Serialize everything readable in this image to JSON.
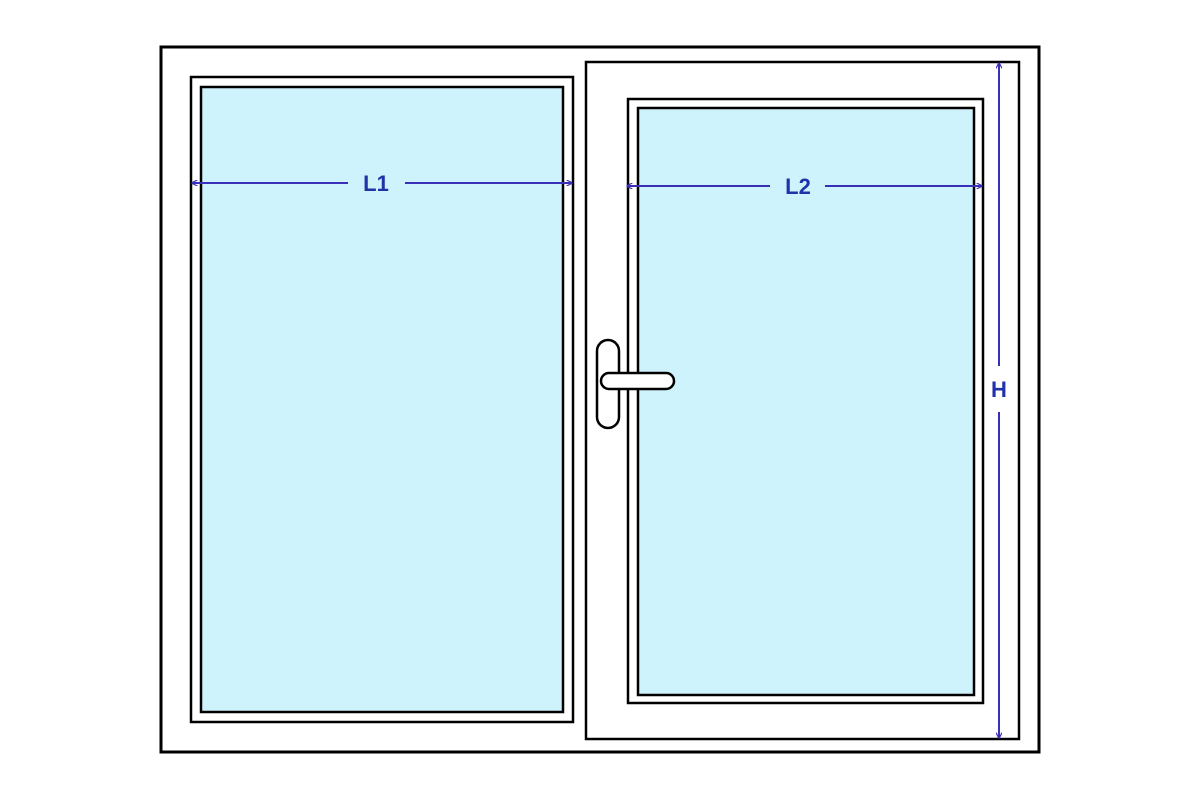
{
  "labels": {
    "l1": "L1",
    "l2": "L2",
    "h": "H"
  },
  "colors": {
    "background": "#ffffff",
    "frame_fill": "#ffffff",
    "frame_stroke": "#000000",
    "glass": "#cff3fc",
    "dimension": "#3a2fb8",
    "label": "#2233aa"
  },
  "icons": {
    "handle": "window-handle-icon"
  }
}
